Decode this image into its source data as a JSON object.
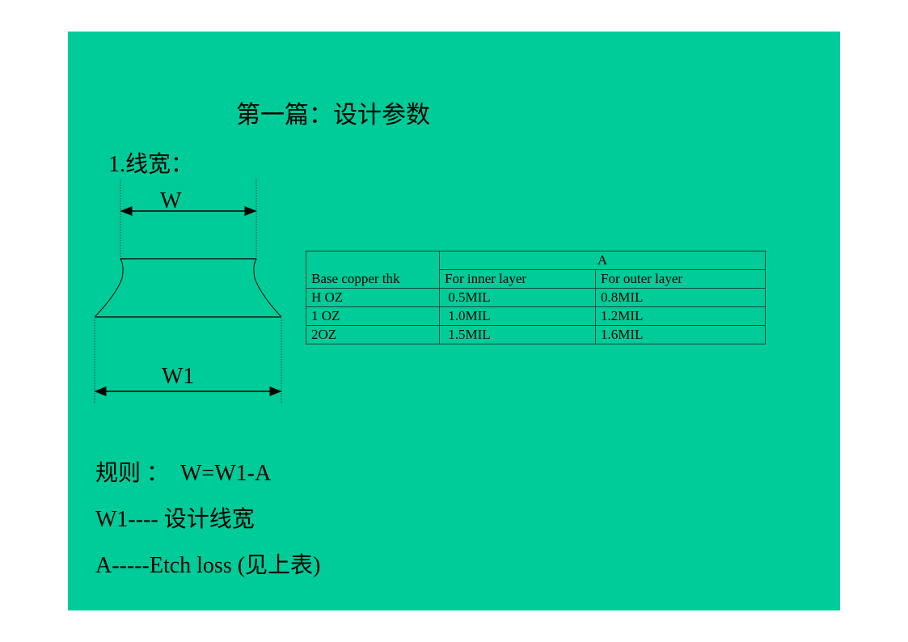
{
  "slide": {
    "background": "#00cc99",
    "title": "第一篇：设计参数",
    "section": "1.线宽：",
    "diagram": {
      "top_label": "W",
      "bottom_label": "W1"
    },
    "table": {
      "group_header": "A",
      "row_header_label": "Base copper thk",
      "columns": [
        "For inner layer",
        "For outer layer"
      ],
      "rows": [
        {
          "thickness": "H OZ",
          "inner": " 0.5MIL",
          "outer": "0.8MIL"
        },
        {
          "thickness": "1 OZ",
          "inner": " 1.0MIL",
          "outer": "1.2MIL"
        },
        {
          "thickness": "2OZ",
          "inner": " 1.5MIL",
          "outer": "1.6MIL"
        }
      ]
    },
    "rules": [
      "规则 ：  W=W1-A",
      "W1---- 设计线宽",
      "A-----Etch loss (见上表)"
    ]
  }
}
